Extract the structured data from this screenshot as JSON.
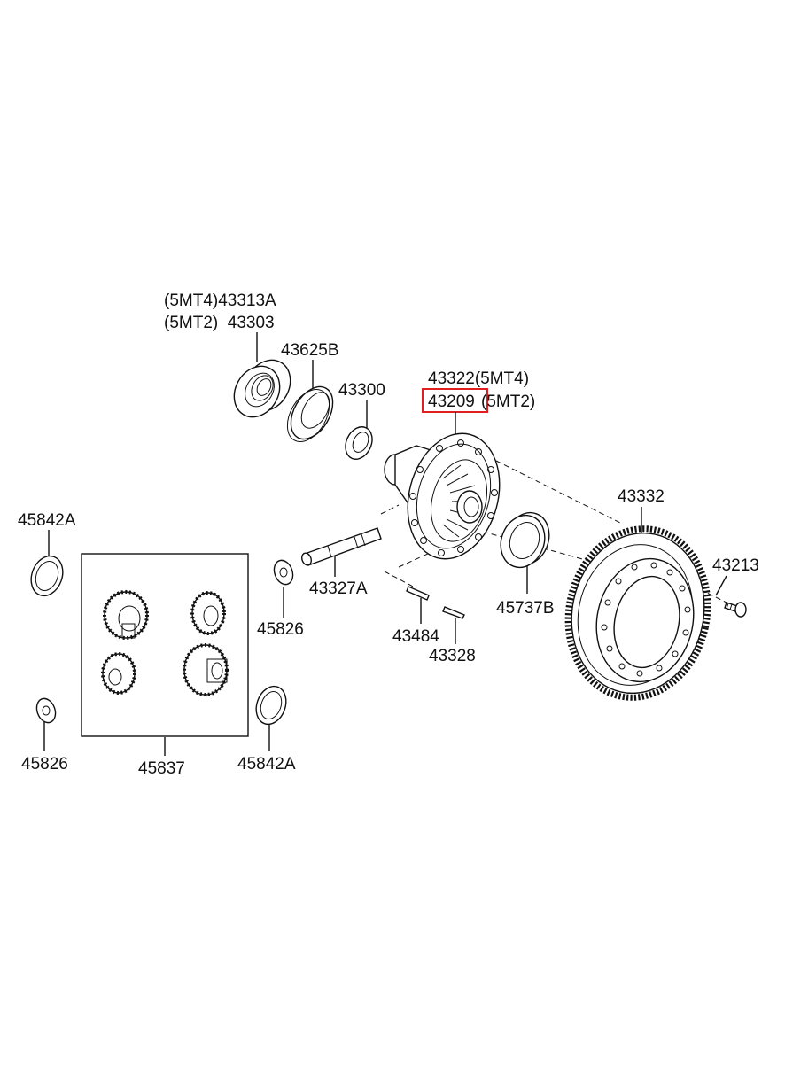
{
  "labels": {
    "bearing_5mt4": "(5MT4)43313A",
    "bearing_5mt2": "(5MT2)  43303",
    "shim": "43625B",
    "seal_left": "43300",
    "case_5mt4": "43322(5MT4)",
    "case_highlight": "43209",
    "case_5mt2_suffix": "(5MT2)",
    "ring_gear": "43332",
    "bolt": "43213",
    "seal_right": "45737B",
    "pinion_shaft": "43327A",
    "washer_small_top": "45826",
    "pin_long": "43484",
    "pin_short": "43328",
    "washer_large_top": "45842A",
    "washer_small_bottom": "45826",
    "gear_set": "45837",
    "washer_large_bottom": "45842A"
  },
  "colors": {
    "highlight": "#e02020",
    "line": "#111111"
  },
  "icons": {
    "bearing": "tapered-roller-bearing-icon",
    "gear": "ring-gear-icon",
    "bolt": "bolt-icon"
  }
}
